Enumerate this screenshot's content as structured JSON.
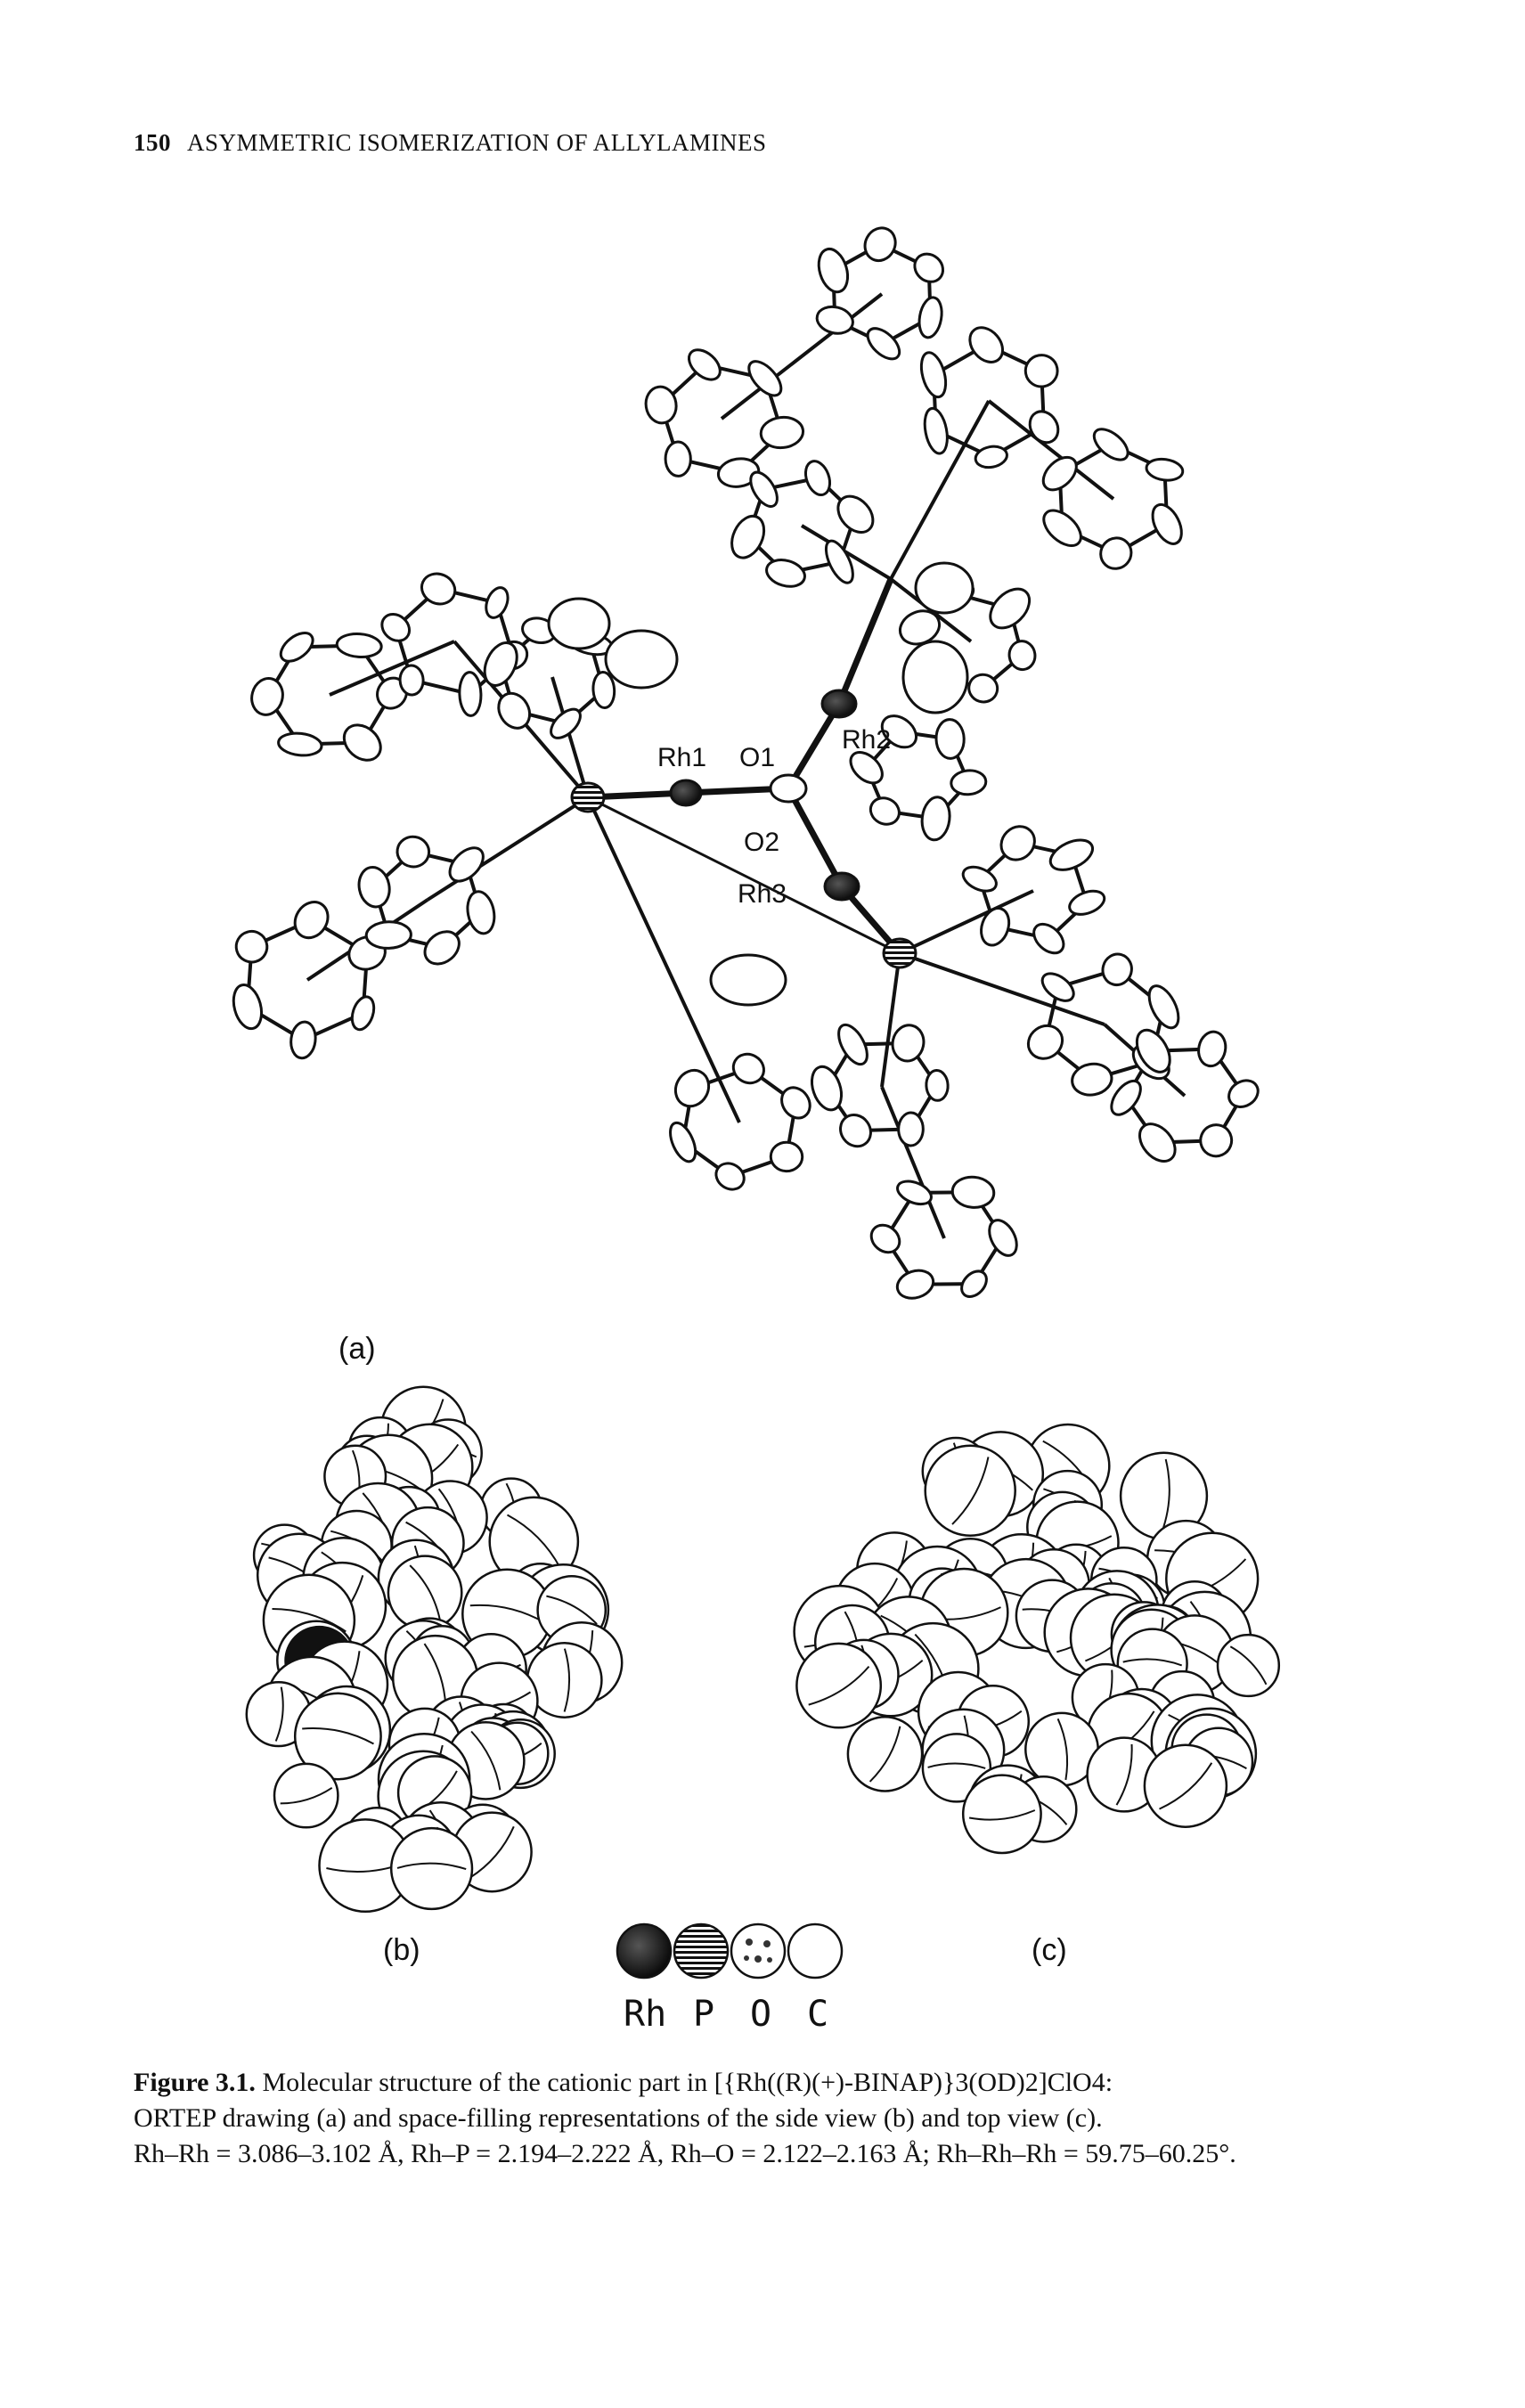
{
  "header": {
    "page_number": "150",
    "running_title": "ASYMMETRIC ISOMERIZATION OF ALLYLAMINES"
  },
  "figure": {
    "atom_labels": {
      "rh1": "Rh1",
      "o1": "O1",
      "rh2": "Rh2",
      "o2": "O2",
      "rh3": "Rh3"
    },
    "panel_labels": {
      "a": "(a)",
      "b": "(b)",
      "c": "(c)"
    },
    "legend": [
      "Rh",
      "P",
      "O",
      "C"
    ]
  },
  "caption": {
    "figure_number": "Figure 3.1.",
    "line1": "Molecular structure of the cationic part in [{Rh((R)(+)-BINAP)}3(OD)2]ClO4:",
    "line2": "ORTEP drawing (a) and space-filling representations of the side view (b) and top view (c).",
    "line3": "Rh–Rh = 3.086–3.102 Å, Rh–P = 2.194–2.222 Å, Rh–O = 2.122–2.163 Å; Rh–Rh–Rh = 59.75–60.25°."
  }
}
